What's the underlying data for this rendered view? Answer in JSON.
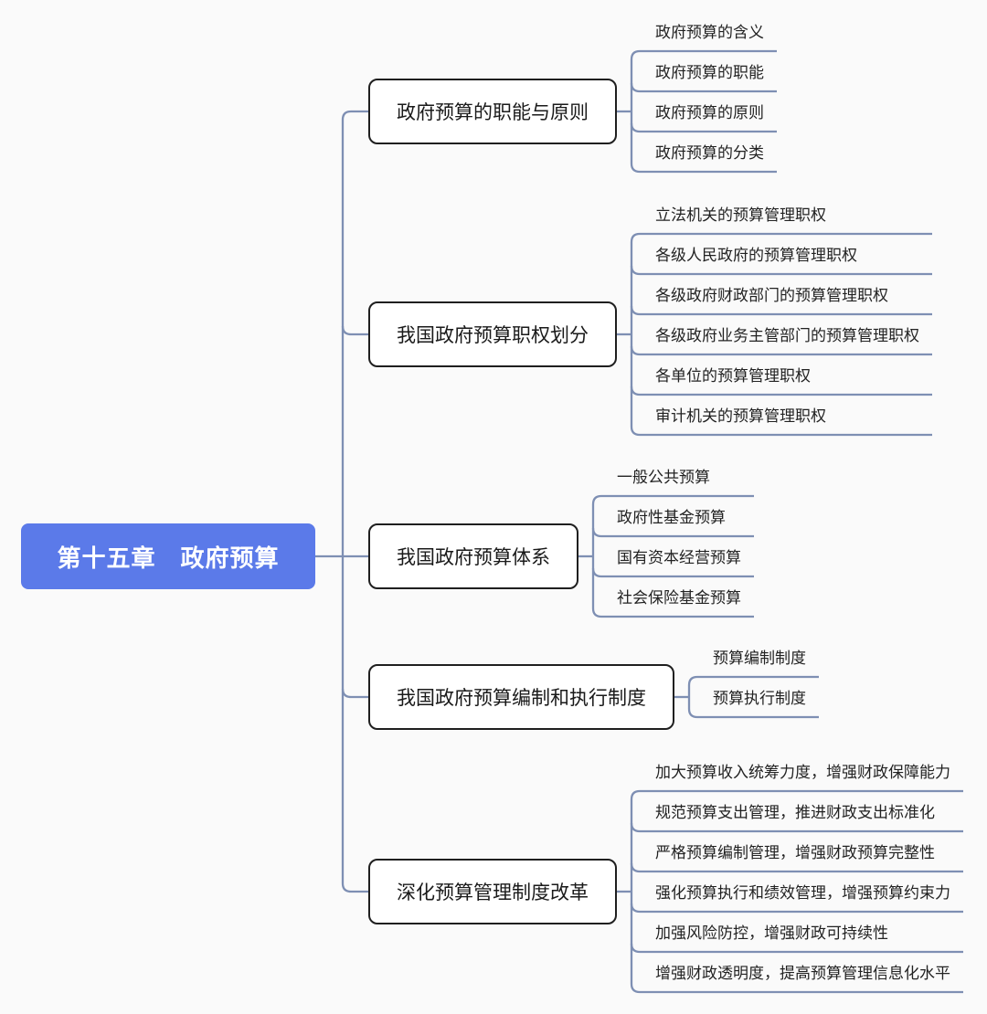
{
  "theme": {
    "background": "#fafafa",
    "root_bg": "#5b7ae9",
    "root_text": "#ffffff",
    "line_color": "#7e8fb3",
    "branch_border": "#1f1f1f",
    "branch_text": "#1a1a1a",
    "leaf_text": "#222222"
  },
  "root": {
    "label": "第十五章　政府预算"
  },
  "branches": [
    {
      "label": "政府预算的职能与原则",
      "children": [
        "政府预算的含义",
        "政府预算的职能",
        "政府预算的原则",
        "政府预算的分类"
      ]
    },
    {
      "label": "我国政府预算职权划分",
      "children": [
        "立法机关的预算管理职权",
        "各级人民政府的预算管理职权",
        "各级政府财政部门的预算管理职权",
        "各级政府业务主管部门的预算管理职权",
        "各单位的预算管理职权",
        "审计机关的预算管理职权"
      ]
    },
    {
      "label": "我国政府预算体系",
      "children": [
        "一般公共预算",
        "政府性基金预算",
        "国有资本经营预算",
        "社会保险基金预算"
      ]
    },
    {
      "label": "我国政府预算编制和执行制度",
      "children": [
        "预算编制制度",
        "预算执行制度"
      ]
    },
    {
      "label": "深化预算管理制度改革",
      "children": [
        "加大预算收入统筹力度，增强财政保障能力",
        "规范预算支出管理，推进财政支出标准化",
        "严格预算编制管理，增强财政预算完整性",
        "强化预算执行和绩效管理，增强预算约束力",
        "加强风险防控，增强财政可持续性",
        "增强财政透明度，提高预算管理信息化水平"
      ]
    }
  ]
}
